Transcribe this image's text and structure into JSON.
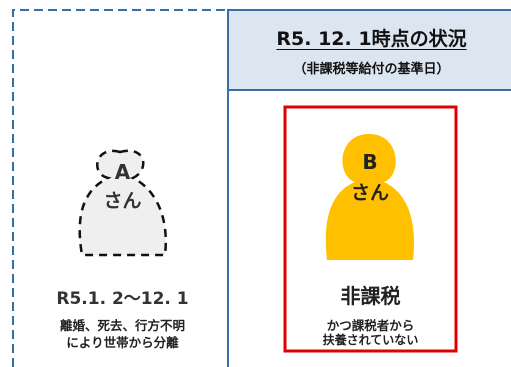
{
  "header": {
    "title": "R5. 12. 1時点の状況",
    "subtitle": "（非課税等給付の基準日）"
  },
  "person_a": {
    "letter": "A",
    "suffix": "さん",
    "period": "R5.1. 2～12. 1",
    "note_line1": "離婚、死去、行方不明",
    "note_line2": "により世帯から分離"
  },
  "person_b": {
    "letter": "B",
    "suffix": "さん",
    "status": "非課税",
    "note_line1": "かつ課税者から",
    "note_line2": "扶養されていない"
  },
  "colors": {
    "header_bg": "#dce6f1",
    "frame_blue": "#3a6ea8",
    "person_b_fill": "#ffc000",
    "person_a_fill": "#efefef",
    "highlight_red": "#e00000"
  }
}
